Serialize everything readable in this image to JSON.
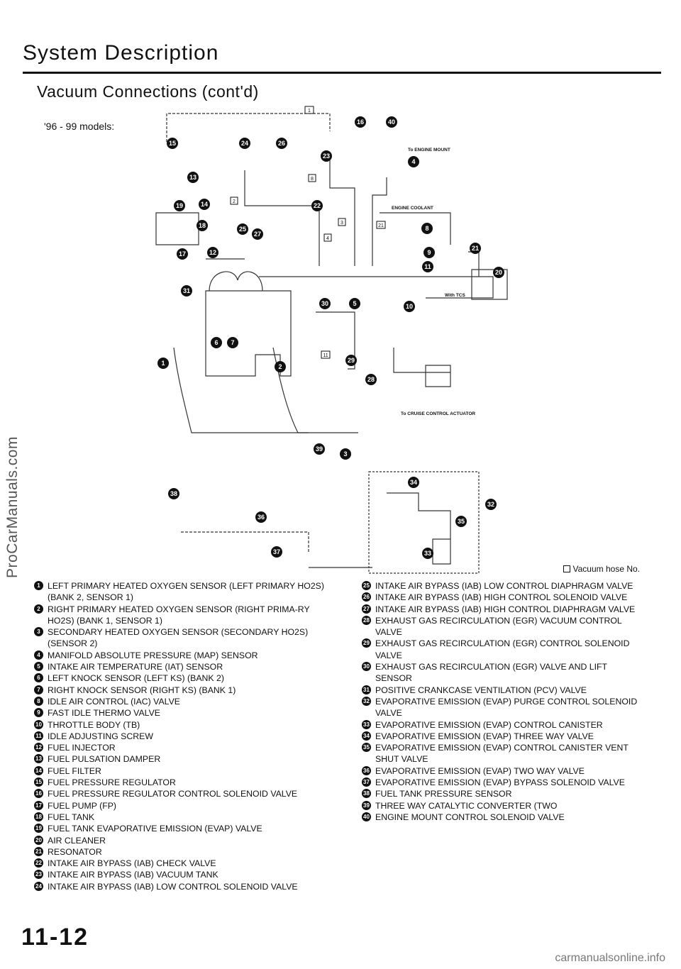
{
  "header": {
    "title": "System Description",
    "subtitle": "Vacuum Connections (cont'd)",
    "models": "'96 - 99 models:"
  },
  "watermark": "ProCarManuals.com",
  "diagram": {
    "label_engine_mount": "To ENGINE MOUNT",
    "label_engine_coolant": "ENGINE COOLANT",
    "label_with_tcs": "With TCS",
    "label_cruise": "To CRUISE CONTROL ACTUATOR",
    "hose_numbers": [
      "1",
      "2",
      "3",
      "4",
      "8",
      "11",
      "21"
    ]
  },
  "legend_note": "Vacuum hose No.",
  "components_left": [
    {
      "n": "1",
      "text": "LEFT PRIMARY HEATED OXYGEN SENSOR (LEFT PRIMARY HO2S) (BANK 2, SENSOR 1)"
    },
    {
      "n": "2",
      "text": "RIGHT PRIMARY HEATED OXYGEN SENSOR (RIGHT PRIMA-RY HO2S) (BANK 1, SENSOR 1)"
    },
    {
      "n": "3",
      "text": "SECONDARY HEATED OXYGEN SENSOR (SECONDARY HO2S) (SENSOR 2)"
    },
    {
      "n": "4",
      "text": "MANIFOLD ABSOLUTE PRESSURE (MAP) SENSOR"
    },
    {
      "n": "5",
      "text": "INTAKE AIR TEMPERATURE (IAT) SENSOR"
    },
    {
      "n": "6",
      "text": "LEFT KNOCK SENSOR (LEFT KS) (BANK 2)"
    },
    {
      "n": "7",
      "text": "RIGHT KNOCK SENSOR (RIGHT KS) (BANK 1)"
    },
    {
      "n": "8",
      "text": "IDLE AIR CONTROL (IAC) VALVE"
    },
    {
      "n": "9",
      "text": "FAST IDLE THERMO VALVE"
    },
    {
      "n": "10",
      "text": "THROTTLE BODY (TB)"
    },
    {
      "n": "11",
      "text": "IDLE ADJUSTING SCREW"
    },
    {
      "n": "12",
      "text": "FUEL INJECTOR"
    },
    {
      "n": "13",
      "text": "FUEL PULSATION DAMPER"
    },
    {
      "n": "14",
      "text": "FUEL FILTER"
    },
    {
      "n": "15",
      "text": "FUEL PRESSURE REGULATOR"
    },
    {
      "n": "16",
      "text": "FUEL PRESSURE REGULATOR CONTROL SOLENOID VALVE"
    },
    {
      "n": "17",
      "text": "FUEL PUMP (FP)"
    },
    {
      "n": "18",
      "text": "FUEL TANK"
    },
    {
      "n": "19",
      "text": "FUEL TANK EVAPORATIVE EMISSION (EVAP) VALVE"
    },
    {
      "n": "20",
      "text": "AIR CLEANER"
    },
    {
      "n": "21",
      "text": "RESONATOR"
    },
    {
      "n": "22",
      "text": "INTAKE AIR BYPASS (IAB) CHECK VALVE"
    },
    {
      "n": "23",
      "text": "INTAKE AIR BYPASS (IAB) VACUUM TANK"
    },
    {
      "n": "24",
      "text": "INTAKE AIR BYPASS (IAB) LOW CONTROL SOLENOID VALVE"
    }
  ],
  "components_right": [
    {
      "n": "25",
      "text": "INTAKE AIR BYPASS (IAB) LOW CONTROL DIAPHRAGM VALVE"
    },
    {
      "n": "26",
      "text": "INTAKE AIR BYPASS (IAB) HIGH CONTROL SOLENOID VALVE"
    },
    {
      "n": "27",
      "text": "INTAKE AIR BYPASS (IAB) HIGH CONTROL DIAPHRAGM VALVE"
    },
    {
      "n": "28",
      "text": "EXHAUST GAS RECIRCULATION (EGR) VACUUM CONTROL VALVE"
    },
    {
      "n": "29",
      "text": "EXHAUST GAS RECIRCULATION (EGR) CONTROL SOLENOID VALVE"
    },
    {
      "n": "30",
      "text": "EXHAUST GAS RECIRCULATION (EGR) VALVE and LIFT SENSOR"
    },
    {
      "n": "31",
      "text": "POSITIVE CRANKCASE VENTILATION (PCV) VALVE"
    },
    {
      "n": "32",
      "text": "EVAPORATIVE EMISSION (EVAP) PURGE CONTROL SOLENOID VALVE"
    },
    {
      "n": "33",
      "text": "EVAPORATIVE EMISSION (EVAP) CONTROL CANISTER"
    },
    {
      "n": "34",
      "text": "EVAPORATIVE EMISSION (EVAP) THREE WAY VALVE"
    },
    {
      "n": "35",
      "text": "EVAPORATIVE EMISSION (EVAP) CONTROL CANISTER VENT SHUT VALVE"
    },
    {
      "n": "36",
      "text": "EVAPORATIVE EMISSION (EVAP) TWO WAY VALVE"
    },
    {
      "n": "37",
      "text": "EVAPORATIVE EMISSION (EVAP) BYPASS SOLENOID VALVE"
    },
    {
      "n": "38",
      "text": "FUEL TANK PRESSURE SENSOR"
    },
    {
      "n": "39",
      "text": "THREE WAY CATALYTIC CONVERTER (TWO"
    },
    {
      "n": "40",
      "text": "ENGINE MOUNT CONTROL SOLENOID VALVE"
    }
  ],
  "page_number": "11-12",
  "footer": "carmanualsonline.info"
}
